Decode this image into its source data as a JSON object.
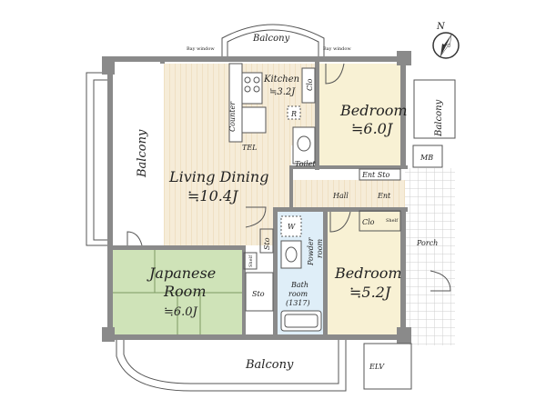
{
  "colors": {
    "wood": "#f6ecd8",
    "wood_line": "#e8d5ae",
    "bedroom": "#f8f1d4",
    "japanese": "#cfe3b8",
    "japanese_line": "#7c9a62",
    "bath": "#dfeef8",
    "porch_grid": "#cfcfcf",
    "wall": "#8a8a8a"
  },
  "rooms": {
    "balcony_top": "Balcony",
    "balcony_left": "Balcony",
    "balcony_right": "Balcony",
    "balcony_bottom": "Balcony",
    "kitchen": {
      "name": "Kitchen",
      "size": "≒3.2J"
    },
    "living": {
      "name": "Living Dining",
      "size": "≒10.4J"
    },
    "bedroom1": {
      "name": "Bedroom",
      "size": "≒6.0J"
    },
    "bedroom2": {
      "name": "Bedroom",
      "size": "≒5.2J"
    },
    "japanese": {
      "name1": "Japanese",
      "name2": "Room",
      "size": "≒6.0J"
    },
    "powder": {
      "name1": "Powder",
      "name2": "room"
    },
    "bath": {
      "name1": "Bath",
      "name2": "room",
      "size": "(1317)"
    }
  },
  "labels": {
    "counter": "Counter",
    "tel": "TEL",
    "r": "R",
    "clo1": "Clo",
    "clo2": "Clo",
    "sto1": "Sto",
    "sto2": "Sto",
    "ent_sto": "Ent Sto",
    "mb": "MB",
    "hall": "Hall",
    "ent": "Ent",
    "shelf1": "Shelf",
    "shelf2": "Shelf",
    "toilet": "Toilet",
    "w": "W",
    "porch": "Porch",
    "elv": "ELV",
    "bay_window": "Bay window",
    "north": "N"
  }
}
